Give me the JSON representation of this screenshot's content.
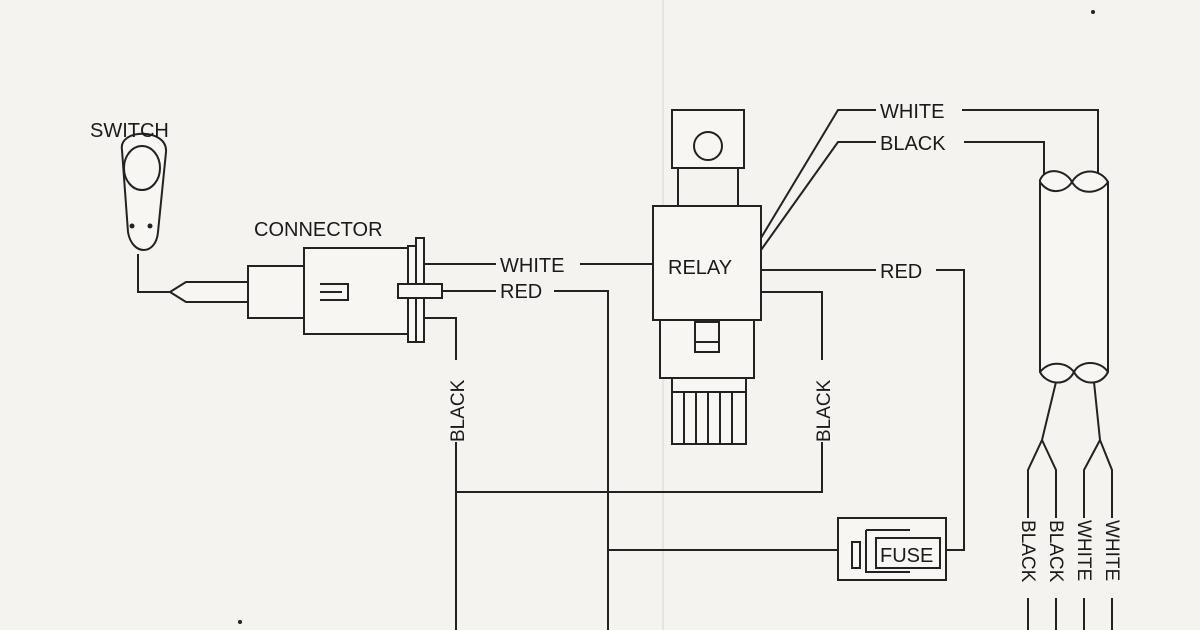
{
  "components": {
    "switch": "SWITCH",
    "connector": "CONNECTOR",
    "relay": "RELAY",
    "fuse": "FUSE"
  },
  "wires": {
    "connector_white": "WHITE",
    "connector_red": "RED",
    "connector_black": "BLACK",
    "relay_white": "WHITE",
    "relay_black": "BLACK",
    "relay_red": "RED",
    "relay_black_down": "BLACK",
    "harness": [
      "BLACK",
      "BLACK",
      "WHITE",
      "WHITE"
    ]
  }
}
